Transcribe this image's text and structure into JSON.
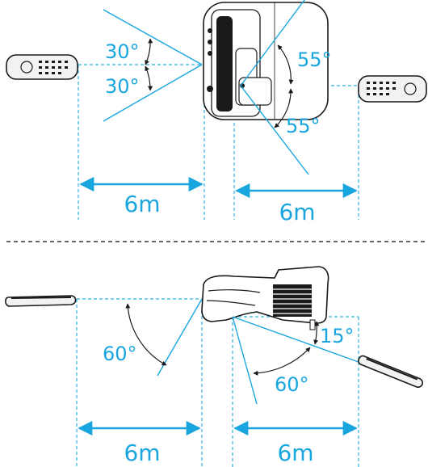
{
  "top_view": {
    "angle_front_upper": "30°",
    "angle_front_lower": "30°",
    "angle_rear_upper": "55°",
    "angle_rear_lower": "55°",
    "distance_front": "6m",
    "distance_rear": "6m"
  },
  "side_view": {
    "angle_front": "60°",
    "angle_rear_upper": "15°",
    "angle_rear_lower": "60°",
    "distance_front": "6m",
    "distance_rear": "6m"
  },
  "colors": {
    "accent": "#19a6df",
    "guide": "#4dbde6",
    "device_outline": "#1a1a1a",
    "remote_fill": "#f2f2f2",
    "separator": "#333333"
  }
}
